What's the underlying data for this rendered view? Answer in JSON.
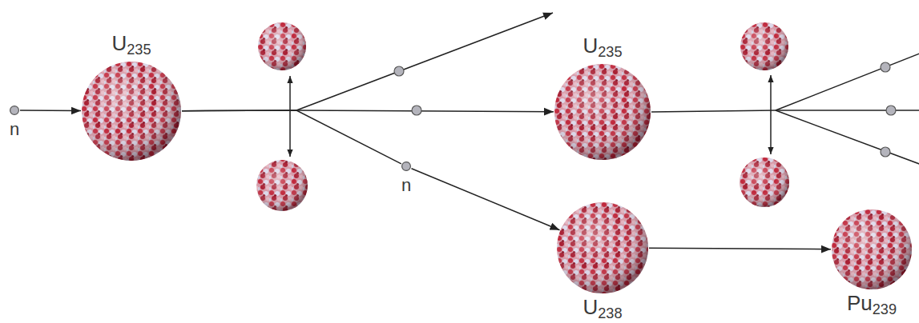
{
  "diagram": {
    "nodes": [
      {
        "text": [
          "n"
        ]
      },
      {
        "text": [
          "U235"
        ]
      },
      {
        "text": [
          "n"
        ]
      },
      {
        "text": [
          "U235"
        ]
      },
      {
        "text": [
          "U238"
        ]
      },
      {
        "text": [
          "Pu239"
        ]
      }
    ],
    "edges": [
      {
        "from": 0,
        "to": 1,
        "arrow": "to"
      },
      {
        "from": 1,
        "to": 2,
        "arrow": "none"
      },
      {
        "from": 1,
        "to": 3,
        "arrow": "to"
      },
      {
        "from": 2,
        "to": 4,
        "arrow": "to"
      },
      {
        "from": 4,
        "to": 5,
        "arrow": "to"
      }
    ]
  }
}
